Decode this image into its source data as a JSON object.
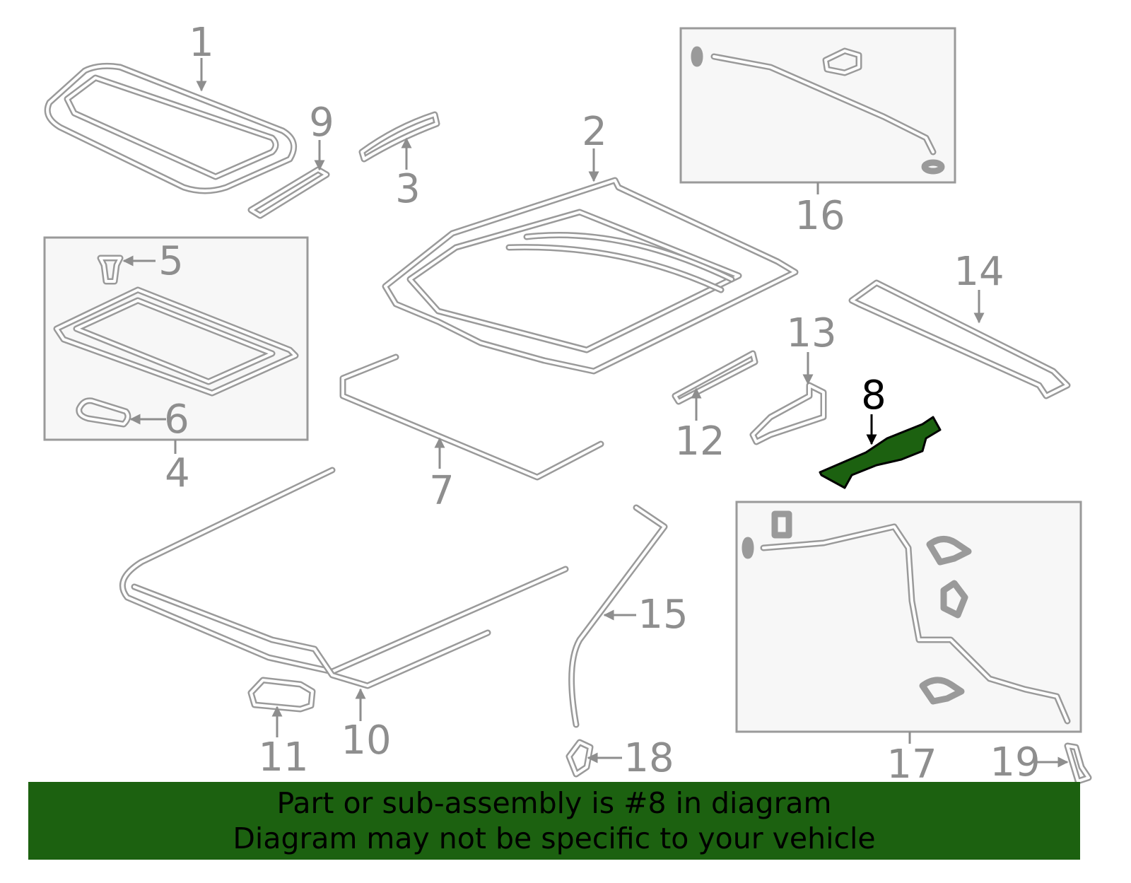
{
  "colors": {
    "part_stroke": "#9a9a9a",
    "highlight_fill": "#1c6110",
    "banner_bg": "#1c6110",
    "box_fill": "#f7f7f7",
    "callout_gray": "#8e8e8e",
    "callout_active": "#000000"
  },
  "diagram": {
    "highlighted_part": "8",
    "callouts": {
      "c1": "1",
      "c2": "2",
      "c3": "3",
      "c4": "4",
      "c5": "5",
      "c6": "6",
      "c7": "7",
      "c8": "8",
      "c9": "9",
      "c10": "10",
      "c11": "11",
      "c12": "12",
      "c13": "13",
      "c14": "14",
      "c15": "15",
      "c16": "16",
      "c17": "17",
      "c18": "18",
      "c19": "19"
    }
  },
  "banner": {
    "line1": "Part or sub-assembly is #8 in diagram",
    "line2": "Diagram may not be specific to your vehicle"
  }
}
